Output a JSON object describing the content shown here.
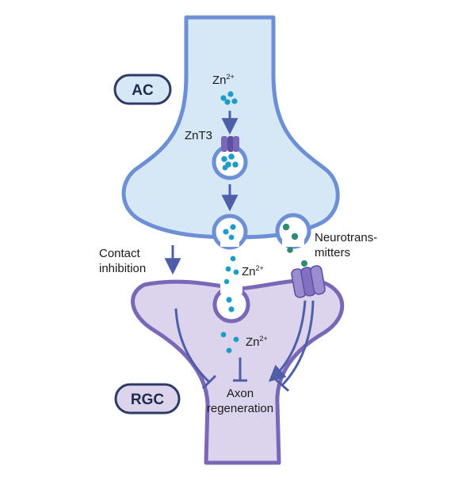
{
  "cells": {
    "top_badge": "AC",
    "bottom_badge": "RGC"
  },
  "labels": {
    "zn_top_base": "Zn",
    "zn_top_sup": "2+",
    "znt3": "ZnT3",
    "contact_line1": "Contact",
    "contact_line2": "inhibition",
    "zn_cleft_base": "Zn",
    "zn_cleft_sup": "2+",
    "neuro_line1": "Neurotrans-",
    "neuro_line2": "mitters",
    "zn_post_base": "Zn",
    "zn_post_sup": "2+",
    "axon_line1": "Axon",
    "axon_line2": "regeneration"
  },
  "colors": {
    "ac_fill": "#d6e8f6",
    "ac_stroke": "#6c8fd6",
    "rgc_fill": "#dcd4ec",
    "rgc_stroke": "#7a67b8",
    "zinc_dot": "#1b9cc9",
    "neurotransmitter_dot": "#2f8a72",
    "arrow": "#4f5ea8",
    "badge_ac_fill": "#d6e8f6",
    "badge_rgc_fill": "#dcd4ec",
    "badge_stroke": "#2d3a66"
  }
}
